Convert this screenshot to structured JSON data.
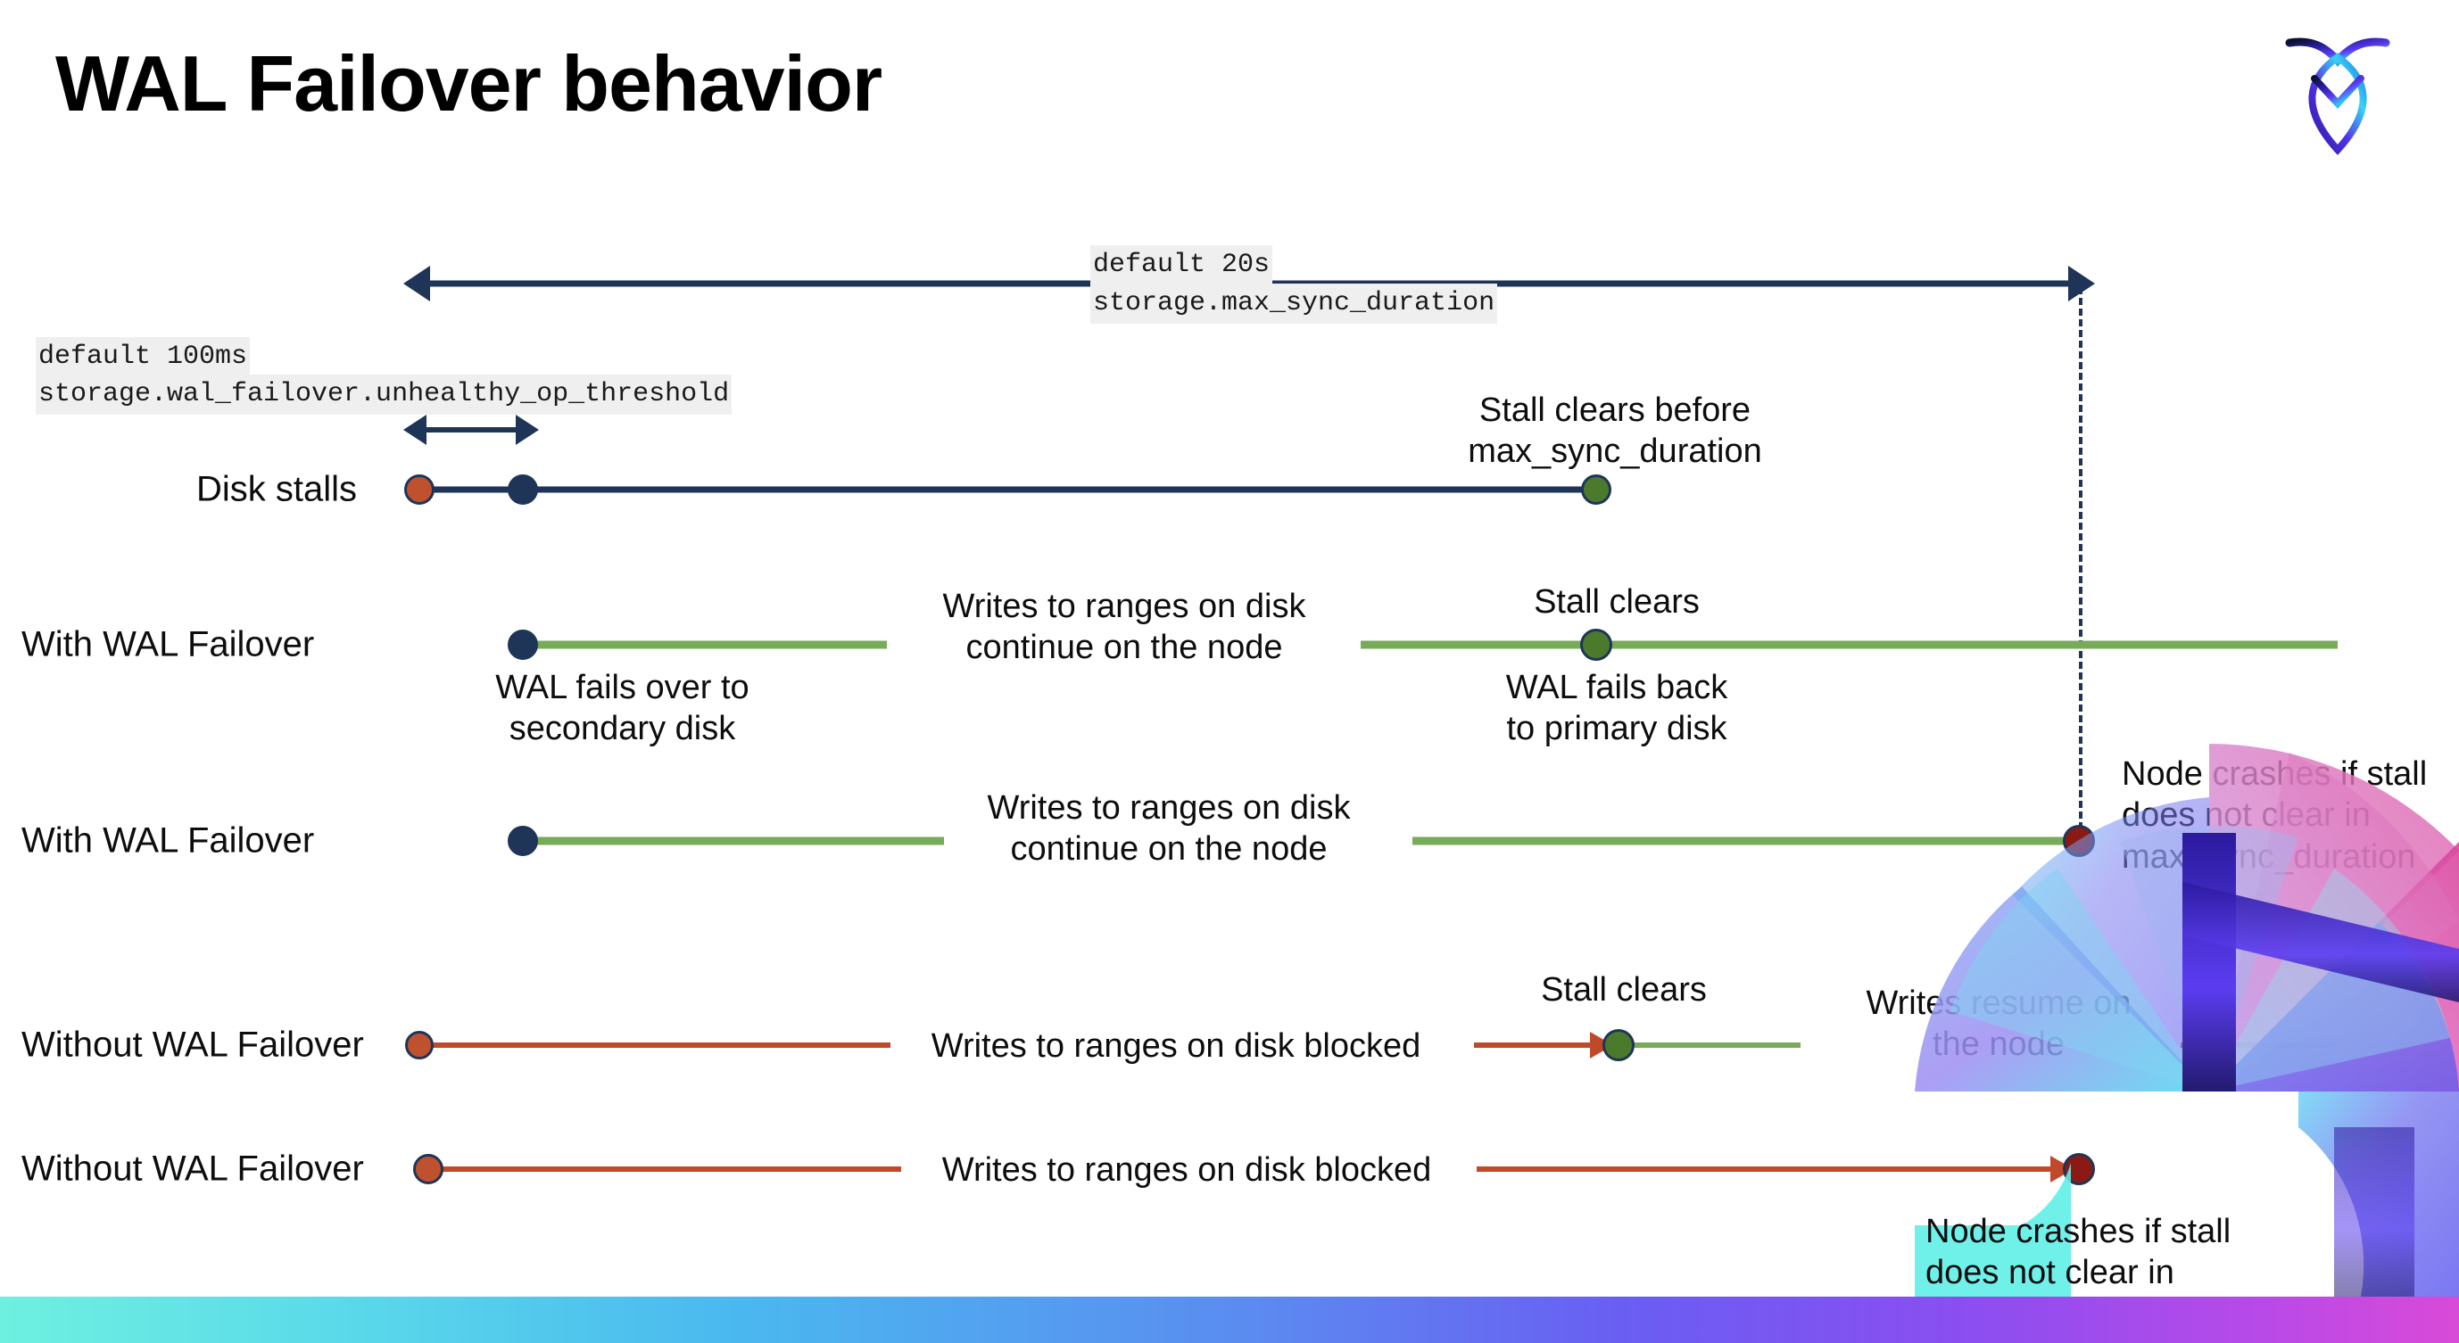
{
  "slide": {
    "title": "WAL Failover behavior",
    "logo_name": "cockroachdb-logo"
  },
  "config_callouts": [
    {
      "default_line": "default 20s",
      "setting_line": "storage.max_sync_duration"
    },
    {
      "default_line": "default 100ms",
      "setting_line": "storage.wal_failover.unhealthy_op_threshold"
    }
  ],
  "rows": [
    {
      "label": "Disk stalls",
      "annotations": [
        "Stall clears before\nmax_sync_duration"
      ]
    },
    {
      "label": "With WAL Failover",
      "annotations": [
        "Writes to ranges on disk\ncontinue on the node",
        "Stall clears",
        "WAL fails over to\nsecondary disk",
        "WAL fails  back\nto primary disk"
      ]
    },
    {
      "label": "With WAL Failover",
      "annotations": [
        "Writes to ranges on disk\ncontinue on the node",
        "Node crashes if stall\ndoes not clear in\nmax_sync_duration"
      ]
    },
    {
      "label": "Without WAL Failover",
      "annotations": [
        "Writes to ranges on disk  blocked",
        "Stall clears",
        "Writes resume on\nthe node"
      ]
    },
    {
      "label": "Without WAL Failover",
      "annotations": [
        "Writes to ranges on disk  blocked",
        "Node crashes if stall\ndoes not clear in\nmax_sync_duration"
      ]
    }
  ],
  "colors": {
    "navy": "#1f3557",
    "green_line": "#77ab58",
    "green_dot": "#4c7a2c",
    "red_line": "#c0492a",
    "red_dot": "#c0512e",
    "dark_red_dot": "#8c1a14",
    "code_bg": "#efefef"
  },
  "chart_data": {
    "type": "timeline",
    "title": "WAL Failover behavior",
    "xlabel": "",
    "ylabel": "",
    "time_markers": [
      {
        "name": "unhealthy_op_threshold",
        "value": "100ms",
        "setting": "storage.wal_failover.unhealthy_op_threshold"
      },
      {
        "name": "max_sync_duration",
        "value": "20s",
        "setting": "storage.max_sync_duration"
      }
    ],
    "series": [
      {
        "name": "Disk stalls",
        "events": [
          {
            "t": "stall-start",
            "marker": "red-dot",
            "label": ""
          },
          {
            "t": "threshold",
            "marker": "navy-dot",
            "label": ""
          },
          {
            "t": "stall-clear",
            "marker": "green-dot",
            "label": "Stall clears before max_sync_duration"
          }
        ]
      },
      {
        "name": "With WAL Failover",
        "events": [
          {
            "t": "failover",
            "marker": "navy-dot",
            "label": "WAL fails over to secondary disk"
          },
          {
            "t": "during",
            "marker": "green-line",
            "label": "Writes to ranges on disk continue on the node"
          },
          {
            "t": "stall-clear",
            "marker": "green-dot",
            "label": "Stall clears / WAL fails  back to primary disk"
          }
        ]
      },
      {
        "name": "With WAL Failover",
        "events": [
          {
            "t": "failover",
            "marker": "navy-dot",
            "label": ""
          },
          {
            "t": "during",
            "marker": "green-line",
            "label": "Writes to ranges on disk continue on the node"
          },
          {
            "t": "max_sync_duration",
            "marker": "dark-red-dot",
            "label": "Node crashes if stall does not clear in max_sync_duration"
          }
        ]
      },
      {
        "name": "Without WAL Failover",
        "events": [
          {
            "t": "stall-start",
            "marker": "red-dot",
            "label": ""
          },
          {
            "t": "during",
            "marker": "red-line",
            "label": "Writes to ranges on disk  blocked"
          },
          {
            "t": "stall-clear",
            "marker": "green-dot",
            "label": "Stall clears"
          },
          {
            "t": "after",
            "marker": "green-line",
            "label": "Writes resume on the node"
          }
        ]
      },
      {
        "name": "Without WAL Failover",
        "events": [
          {
            "t": "stall-start",
            "marker": "red-dot",
            "label": ""
          },
          {
            "t": "during",
            "marker": "red-line",
            "label": "Writes to ranges on disk  blocked"
          },
          {
            "t": "max_sync_duration",
            "marker": "dark-red-dot",
            "label": "Node crashes if stall does not clear in max_sync_duration"
          }
        ]
      }
    ]
  }
}
